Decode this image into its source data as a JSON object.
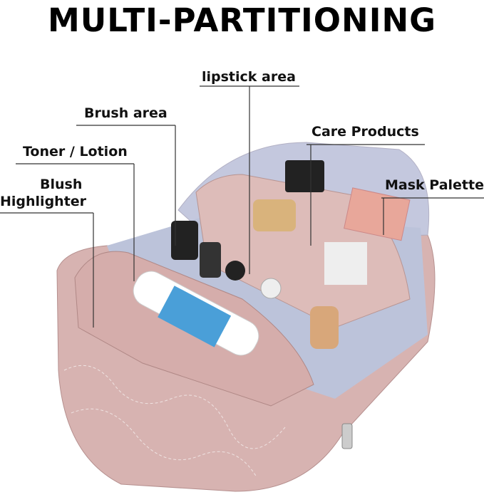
{
  "title": "MULTI-PARTITIONING",
  "labels": {
    "lipstick": "lipstick area",
    "brush": "Brush area",
    "care": "Care Products",
    "toner": "Toner / Lotion",
    "blush_line1": "Blush",
    "blush_line2": "Highlighter",
    "mask": "Mask Palette"
  },
  "colors": {
    "bag": "#d9b8b6",
    "lining": "#b9c0d6",
    "leader": "#333333"
  }
}
